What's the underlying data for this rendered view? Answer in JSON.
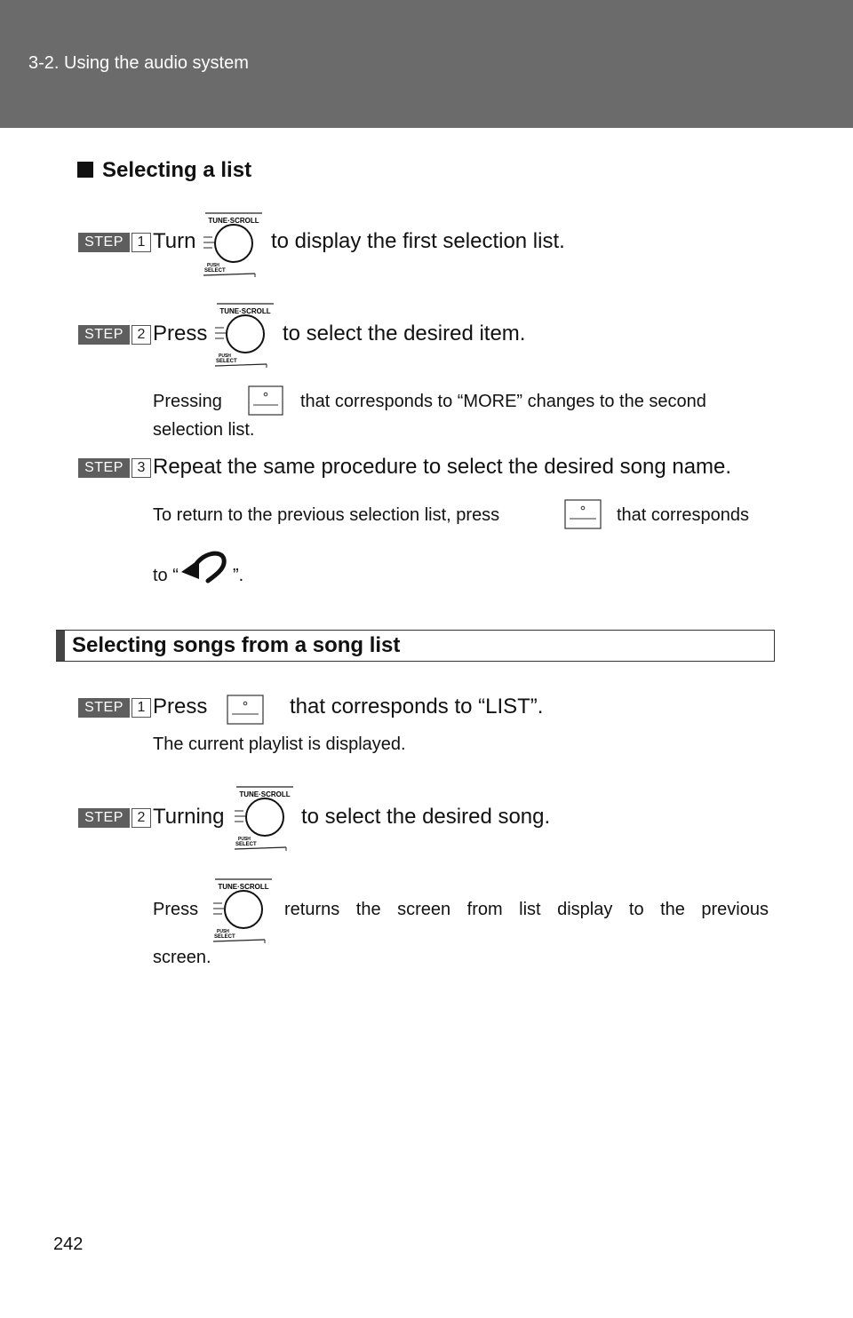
{
  "header": {
    "breadcrumb": "3-2. Using the audio system"
  },
  "section1": {
    "heading": "Selecting a list",
    "step_label": "STEP",
    "steps": [
      {
        "num": "1",
        "before": "Turn",
        "after": "to display the first selection list."
      },
      {
        "num": "2",
        "before": "Press",
        "after": "to select the desired item."
      },
      {
        "num": "3",
        "text": "Repeat the same procedure to select the desired song name."
      }
    ],
    "note_more_before": "Pressing",
    "note_more_after": "that corresponds to “MORE” changes to the second",
    "note_more_line2": "selection list.",
    "note_return_before": "To return to the previous selection list, press",
    "note_return_after": "that corresponds",
    "note_return_line2_before": "to “",
    "note_return_line2_after": "”."
  },
  "section2": {
    "title": "Selecting songs from a song list",
    "steps": [
      {
        "num": "1",
        "before": "Press",
        "after": "that corresponds to “LIST”."
      },
      {
        "num": "2",
        "before": "Turning",
        "after": "to select the desired song."
      }
    ],
    "note_playlist": "The current playlist is displayed.",
    "note_press_before": "Press",
    "note_press_after": "returns the screen from list display to the previous",
    "note_press_line2": "screen."
  },
  "knob_labels": {
    "top": "TUNE·SCROLL",
    "push": "PUSH",
    "select": "SELECT"
  },
  "page_number": "242"
}
